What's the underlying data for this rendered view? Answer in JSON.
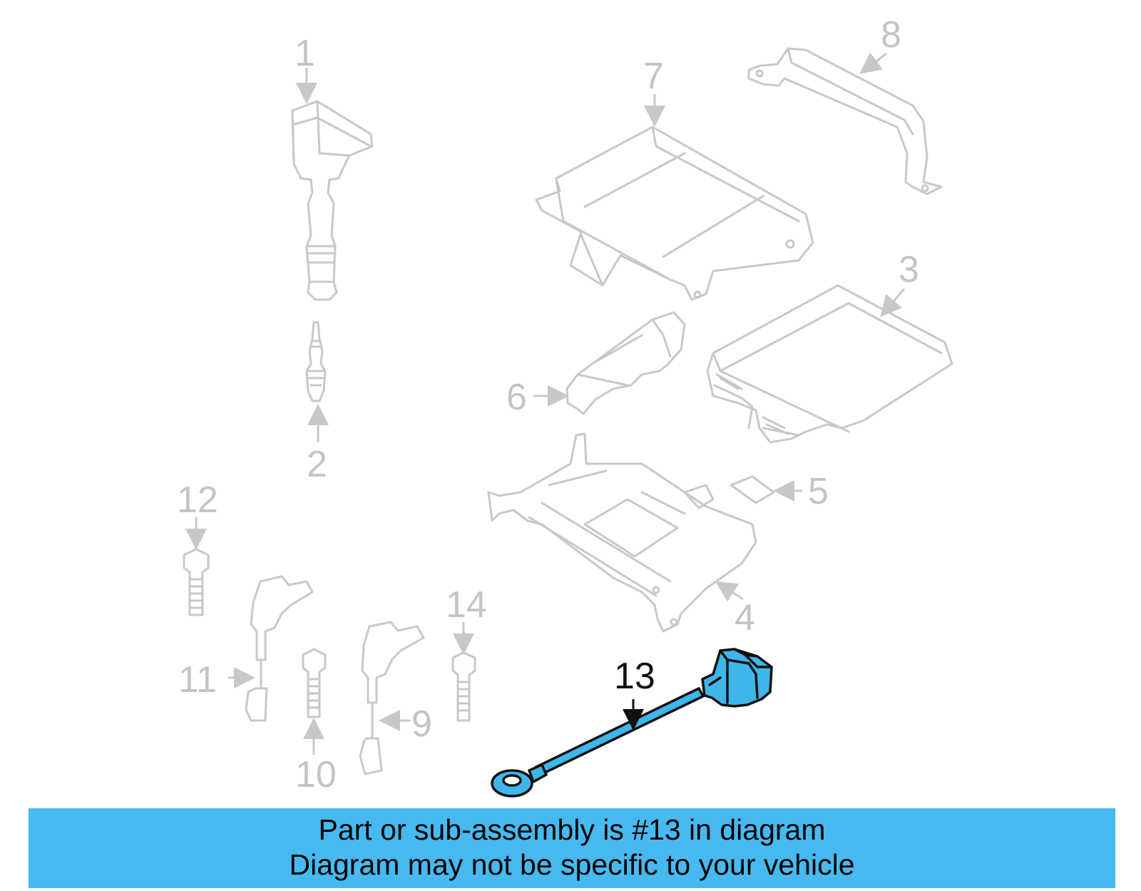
{
  "diagram": {
    "callouts": [
      "1",
      "2",
      "3",
      "4",
      "5",
      "6",
      "7",
      "8",
      "9",
      "10",
      "11",
      "12",
      "13",
      "14"
    ],
    "highlighted_part": "13",
    "highlight_color": "#3fb6ea",
    "faded_part_color": "#c8c8c8"
  },
  "banner": {
    "line1": "Part or sub-assembly is #13 in diagram",
    "line2": "Diagram may not be specific to your vehicle",
    "background": "#46baf0"
  }
}
